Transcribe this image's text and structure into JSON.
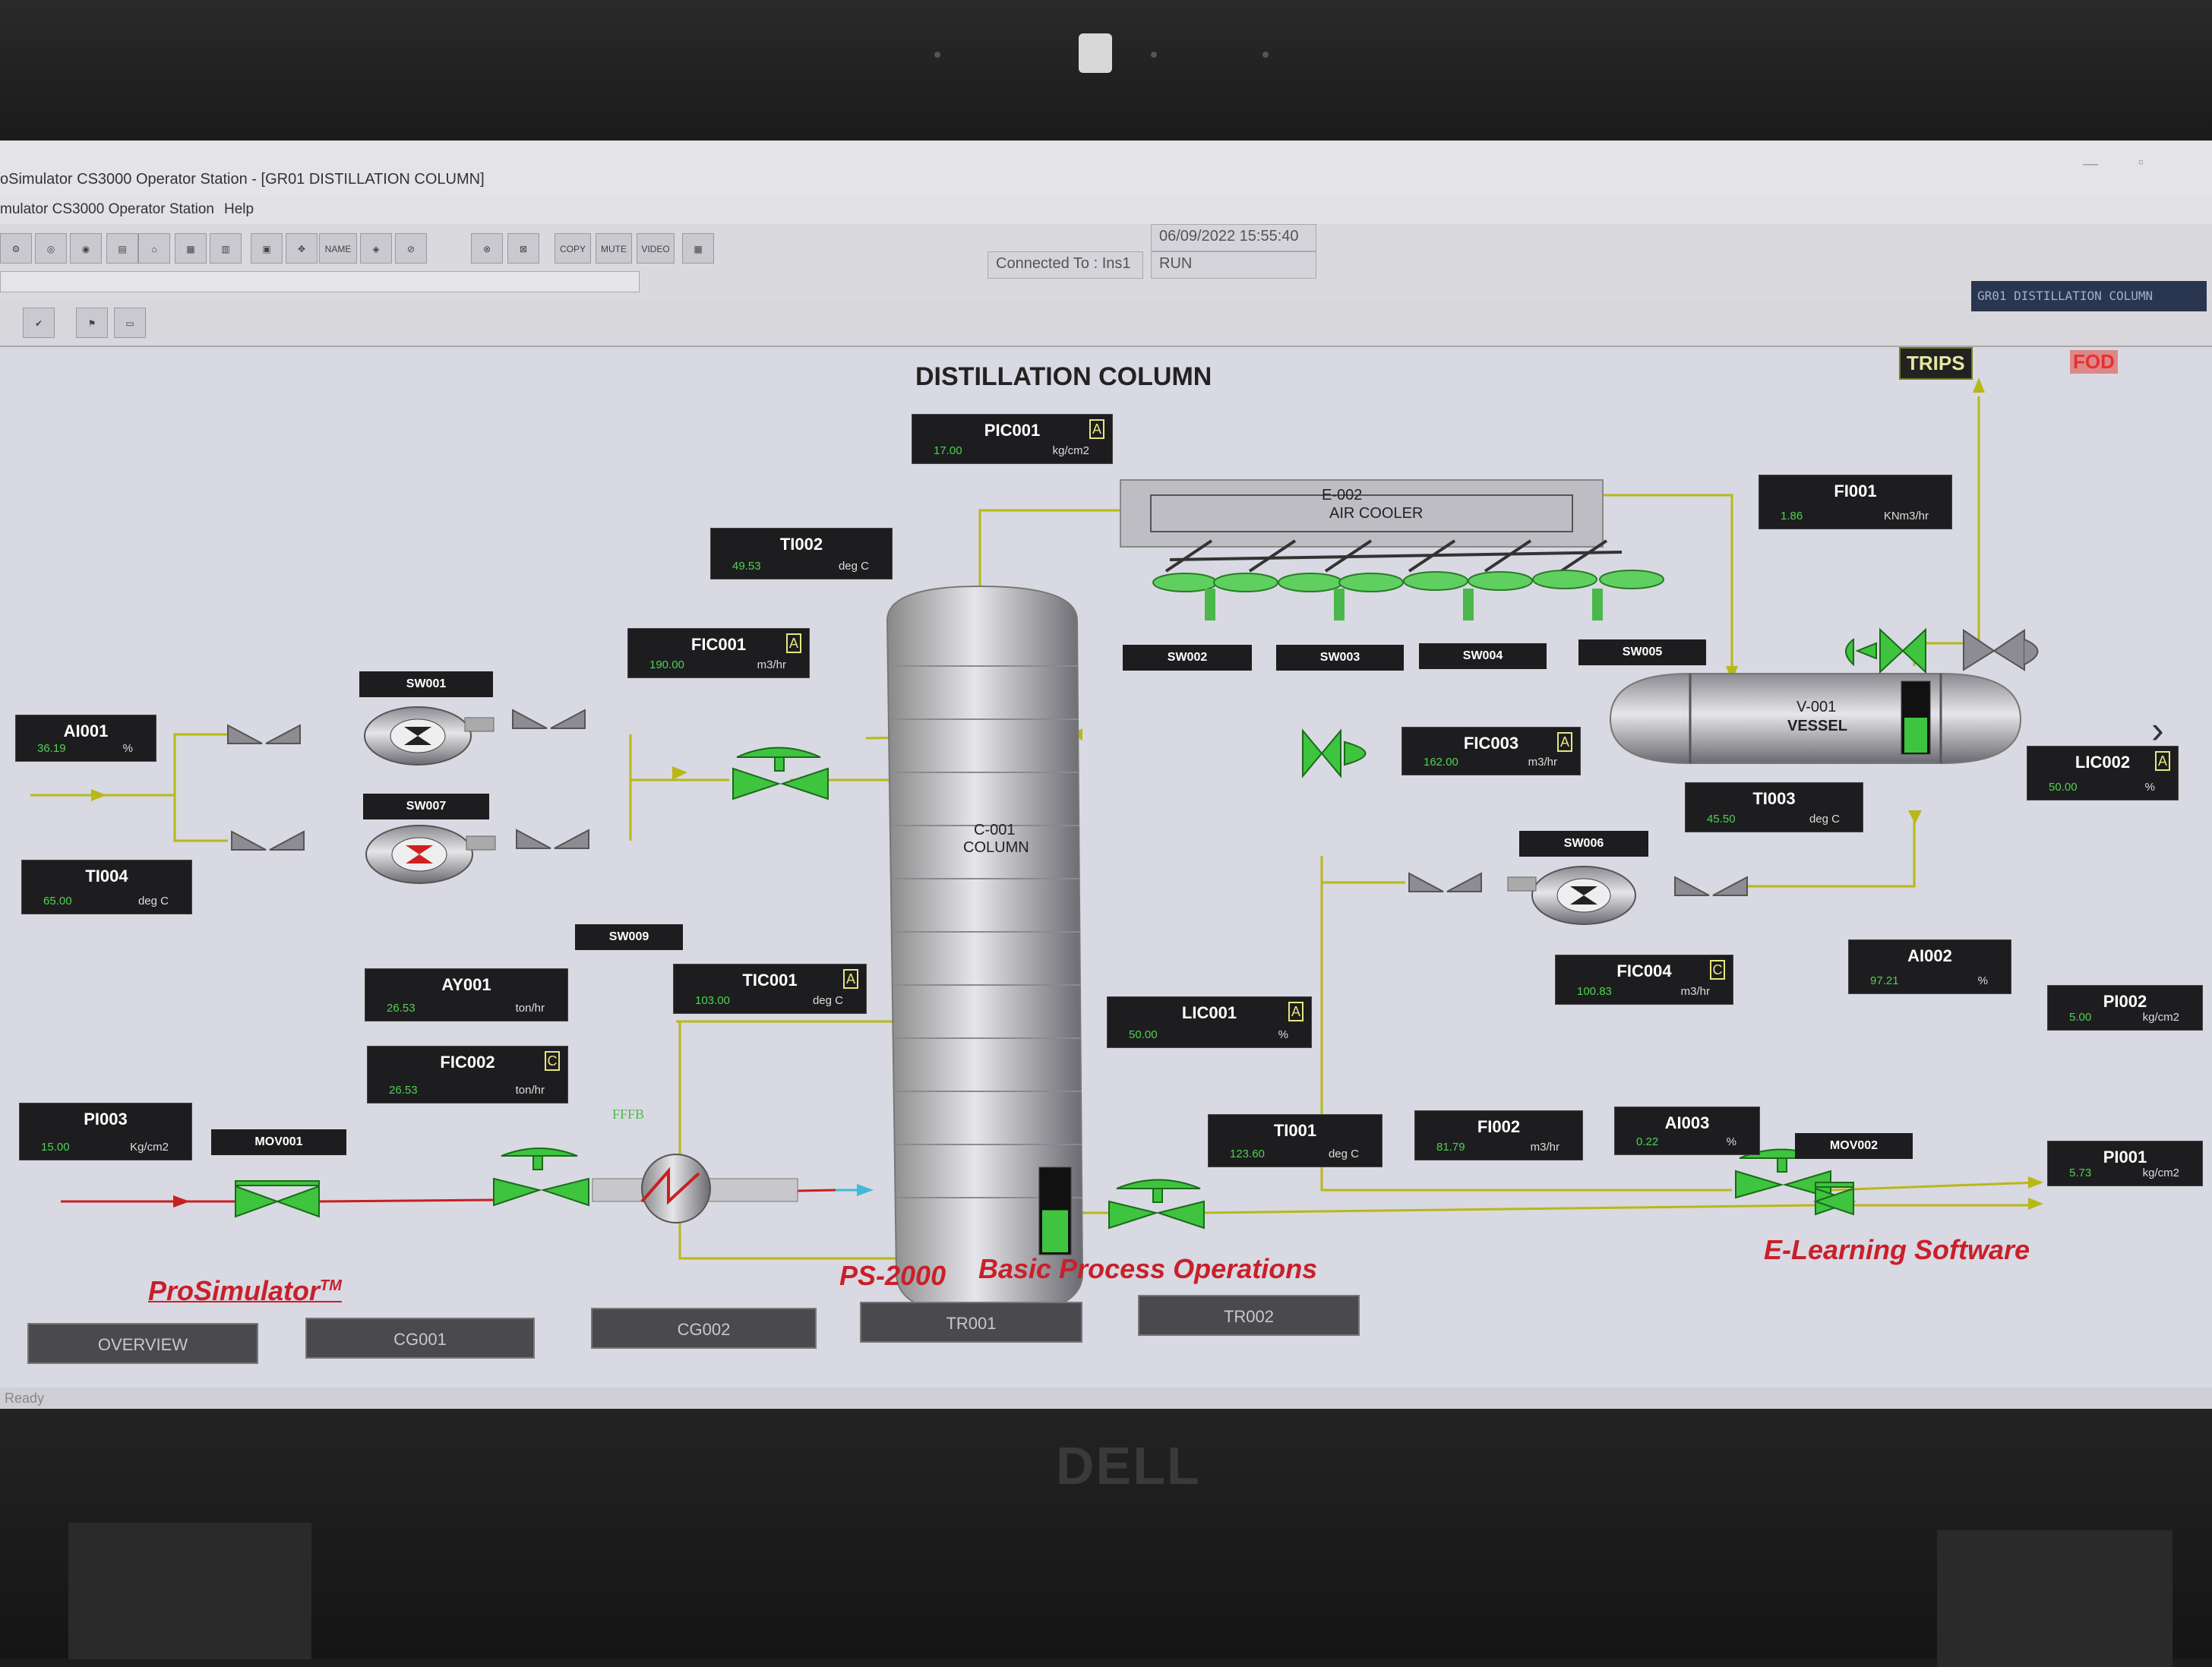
{
  "window": {
    "title": "oSimulator CS3000 Operator Station - [GR01 DISTILLATION COLUMN]",
    "menu": [
      "mulator CS3000 Operator Station",
      "Help"
    ],
    "datetime": "06/09/2022 15:55:40",
    "connected": "Connected To : Ins1",
    "run_state": "RUN",
    "panel_name": "GR01 DISTILLATION COLUMN",
    "status": "Ready"
  },
  "toolbar": {
    "labels": [
      "NAME",
      "COPY",
      "MUTE",
      "VIDEO"
    ]
  },
  "page": {
    "title": "DISTILLATION COLUMN",
    "trips": "TRIPS",
    "fod": "FOD",
    "ffff": "FFFB"
  },
  "equipment": {
    "air_cooler_id": "E-002",
    "air_cooler_name": "AIR COOLER",
    "column_id": "C-001",
    "column_name": "COLUMN",
    "vessel_id": "V-001",
    "vessel_name": "VESSEL"
  },
  "tags": {
    "PIC001": {
      "name": "PIC001",
      "value": "17.00",
      "unit": "kg/cm2",
      "mode": "A"
    },
    "TI002": {
      "name": "TI002",
      "value": "49.53",
      "unit": "deg C"
    },
    "FIC001": {
      "name": "FIC001",
      "value": "190.00",
      "unit": "m3/hr",
      "mode": "A"
    },
    "FI001": {
      "name": "FI001",
      "value": "1.86",
      "unit": "KNm3/hr"
    },
    "AI001": {
      "name": "AI001",
      "value": "36.19",
      "unit": "%"
    },
    "TI004": {
      "name": "TI004",
      "value": "65.00",
      "unit": "deg C"
    },
    "FIC003": {
      "name": "FIC003",
      "value": "162.00",
      "unit": "m3/hr",
      "mode": "A"
    },
    "TI003": {
      "name": "TI003",
      "value": "45.50",
      "unit": "deg C"
    },
    "LIC002": {
      "name": "LIC002",
      "value": "50.00",
      "unit": "%",
      "mode": "A"
    },
    "AY001": {
      "name": "AY001",
      "value": "26.53",
      "unit": "ton/hr"
    },
    "TIC001": {
      "name": "TIC001",
      "value": "103.00",
      "unit": "deg C",
      "mode": "A"
    },
    "LIC001": {
      "name": "LIC001",
      "value": "50.00",
      "unit": "%",
      "mode": "A"
    },
    "FIC004": {
      "name": "FIC004",
      "value": "100.83",
      "unit": "m3/hr",
      "mode": "C"
    },
    "AI002": {
      "name": "AI002",
      "value": "97.21",
      "unit": "%"
    },
    "PI002": {
      "name": "PI002",
      "value": "5.00",
      "unit": "kg/cm2"
    },
    "FIC002": {
      "name": "FIC002",
      "value": "26.53",
      "unit": "ton/hr",
      "mode": "C"
    },
    "PI003": {
      "name": "PI003",
      "value": "15.00",
      "unit": "Kg/cm2"
    },
    "TI001": {
      "name": "TI001",
      "value": "123.60",
      "unit": "deg C"
    },
    "FI002": {
      "name": "FI002",
      "value": "81.79",
      "unit": "m3/hr"
    },
    "AI003": {
      "name": "AI003",
      "value": "0.22",
      "unit": "%"
    },
    "PI001": {
      "name": "PI001",
      "value": "5.73",
      "unit": "kg/cm2"
    }
  },
  "switches": {
    "SW001": "SW001",
    "SW002": "SW002",
    "SW003": "SW003",
    "SW004": "SW004",
    "SW005": "SW005",
    "SW006": "SW006",
    "SW007": "SW007",
    "SW009": "SW009",
    "MOV001": "MOV001",
    "MOV002": "MOV002"
  },
  "levels": {
    "column_level_fraction": 0.5,
    "vessel_level_fraction": 0.5
  },
  "brand": {
    "prosim": "ProSimulator",
    "tm": "TM",
    "ps2000": "PS-2000",
    "bpo": "Basic Process Operations",
    "elearning": "E-Learning Software"
  },
  "nav": [
    "OVERVIEW",
    "CG001",
    "CG002",
    "TR001",
    "TR002"
  ],
  "colors": {
    "line_yellow": "#b8b818",
    "line_red": "#c82020",
    "valve_green": "#3ec43e",
    "pv_green": "#4fd24f"
  },
  "laptop_brand": "DELL"
}
